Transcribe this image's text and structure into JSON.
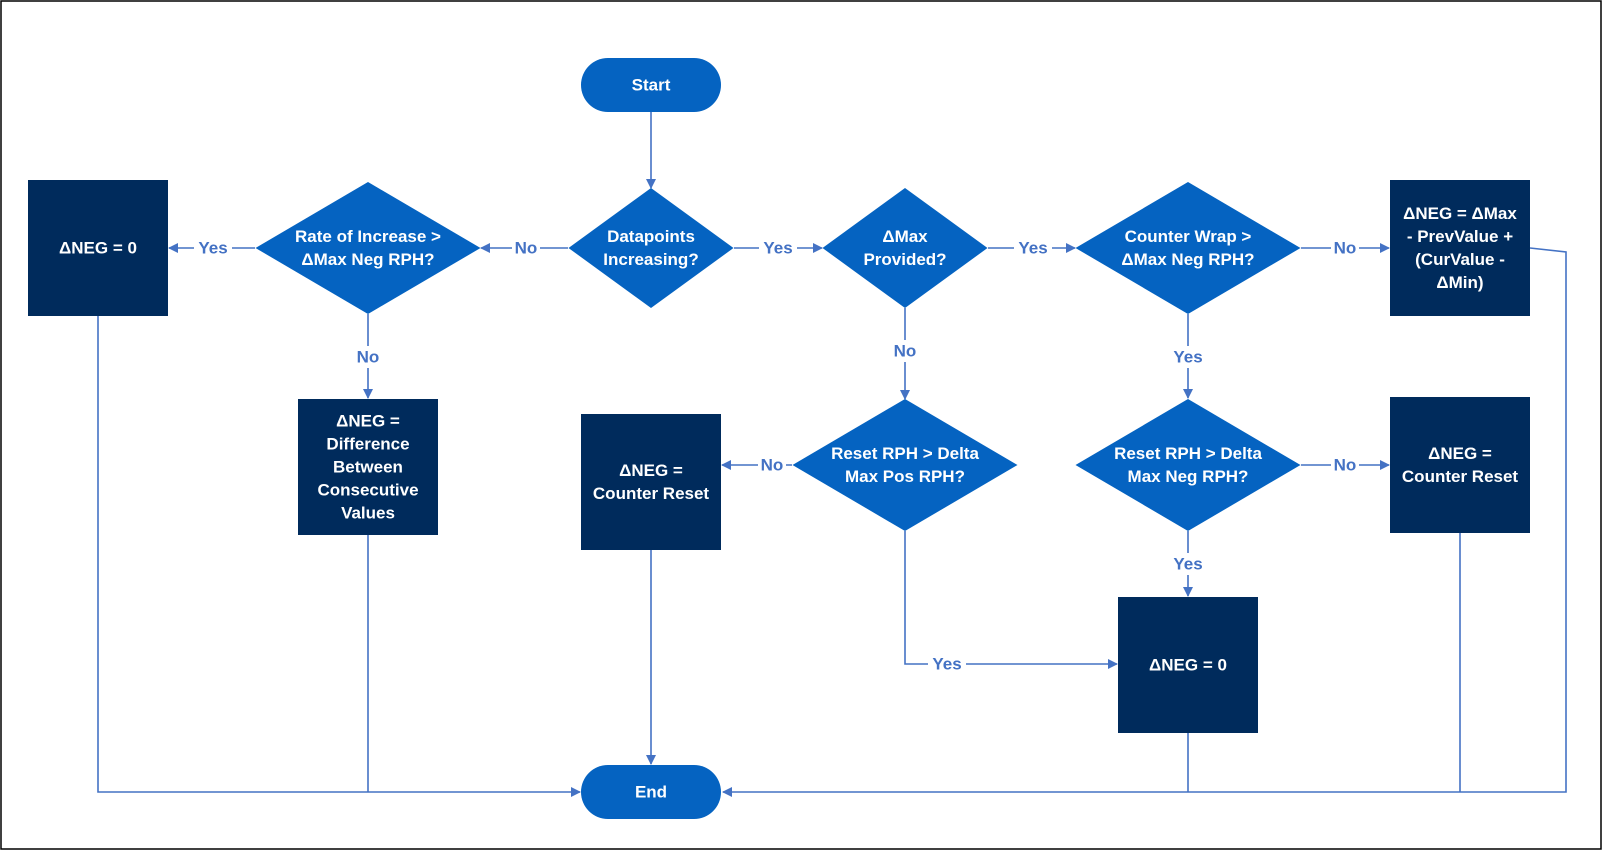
{
  "diagram": {
    "colors": {
      "terminal": "#0563c1",
      "decision": "#0563c1",
      "process": "#002b5c",
      "edge": "#4472c4",
      "label": "#4472c4"
    },
    "nodes": [
      {
        "id": "start",
        "shape": "terminal",
        "lines": [
          "Start"
        ]
      },
      {
        "id": "datapoints-increasing",
        "shape": "decision",
        "lines": [
          "Datapoints",
          "Increasing?"
        ]
      },
      {
        "id": "rate-of-increase",
        "shape": "decision",
        "lines": [
          "Rate of Increase >",
          "ΔMax Neg RPH?"
        ]
      },
      {
        "id": "delta-neg-zero-left",
        "shape": "process",
        "lines": [
          "ΔNEG = 0"
        ]
      },
      {
        "id": "delta-neg-difference",
        "shape": "process",
        "lines": [
          "ΔNEG =",
          "Difference",
          "Between",
          "Consecutive",
          "Values"
        ]
      },
      {
        "id": "delta-max-provided",
        "shape": "decision",
        "lines": [
          "ΔMax",
          "Provided?"
        ]
      },
      {
        "id": "reset-rph-pos",
        "shape": "decision",
        "lines": [
          "Reset RPH > Delta",
          "Max Pos RPH?"
        ]
      },
      {
        "id": "delta-neg-counter-reset-mid",
        "shape": "process",
        "lines": [
          "ΔNEG =",
          "Counter Reset"
        ]
      },
      {
        "id": "counter-wrap",
        "shape": "decision",
        "lines": [
          "Counter Wrap >",
          "ΔMax Neg RPH?"
        ]
      },
      {
        "id": "delta-neg-formula",
        "shape": "process",
        "lines": [
          "ΔNEG = ΔMax",
          "- PrevValue +",
          "(CurValue -",
          "ΔMin)"
        ]
      },
      {
        "id": "reset-rph-neg",
        "shape": "decision",
        "lines": [
          "Reset RPH > Delta",
          "Max Neg RPH?"
        ]
      },
      {
        "id": "delta-neg-counter-reset-right",
        "shape": "process",
        "lines": [
          "ΔNEG =",
          "Counter Reset"
        ]
      },
      {
        "id": "delta-neg-zero-bottom",
        "shape": "process",
        "lines": [
          "ΔNEG = 0"
        ]
      },
      {
        "id": "end",
        "shape": "terminal",
        "lines": [
          "End"
        ]
      }
    ],
    "edges": [
      {
        "id": "start-to-datapoints",
        "label": ""
      },
      {
        "id": "datapoints-no",
        "label": "No"
      },
      {
        "id": "datapoints-yes",
        "label": "Yes"
      },
      {
        "id": "rate-yes",
        "label": "Yes"
      },
      {
        "id": "rate-no",
        "label": "No"
      },
      {
        "id": "max-provided-yes",
        "label": "Yes"
      },
      {
        "id": "max-provided-no",
        "label": "No"
      },
      {
        "id": "counter-wrap-no",
        "label": "No"
      },
      {
        "id": "counter-wrap-yes",
        "label": "Yes"
      },
      {
        "id": "reset-pos-no",
        "label": "No"
      },
      {
        "id": "reset-pos-yes",
        "label": "Yes"
      },
      {
        "id": "reset-neg-no",
        "label": "No"
      },
      {
        "id": "reset-neg-yes",
        "label": "Yes"
      },
      {
        "id": "zero-left-to-end",
        "label": ""
      },
      {
        "id": "difference-to-end",
        "label": ""
      },
      {
        "id": "counter-reset-mid-to-end",
        "label": ""
      },
      {
        "id": "zero-bottom-to-end",
        "label": ""
      },
      {
        "id": "counter-reset-right-to-end",
        "label": ""
      },
      {
        "id": "formula-to-end",
        "label": ""
      }
    ]
  }
}
